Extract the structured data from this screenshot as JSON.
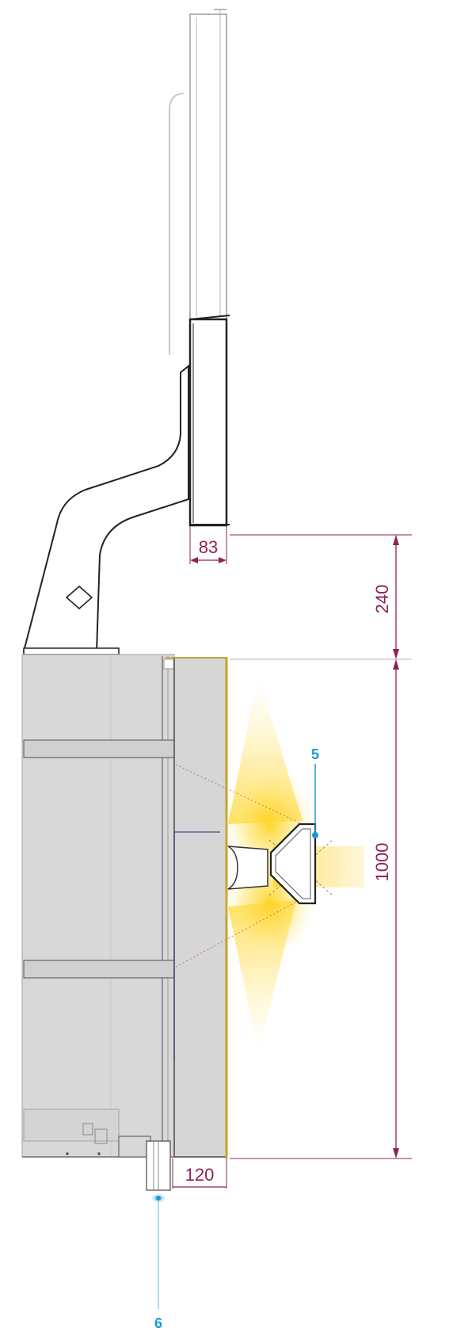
{
  "dimensions": {
    "bracket_depth": "83",
    "gap_height": "240",
    "panel_height": "1000",
    "panel_depth": "120"
  },
  "callouts": {
    "luminaire": "5",
    "bottom_point": "6"
  },
  "colors": {
    "dimension": "#8e2256",
    "callout": "#1a9ad6",
    "wall_fill": "#d8d8d8",
    "panel_edge": "#c9a227",
    "light": "#ffd21f",
    "outline": "#222222"
  }
}
